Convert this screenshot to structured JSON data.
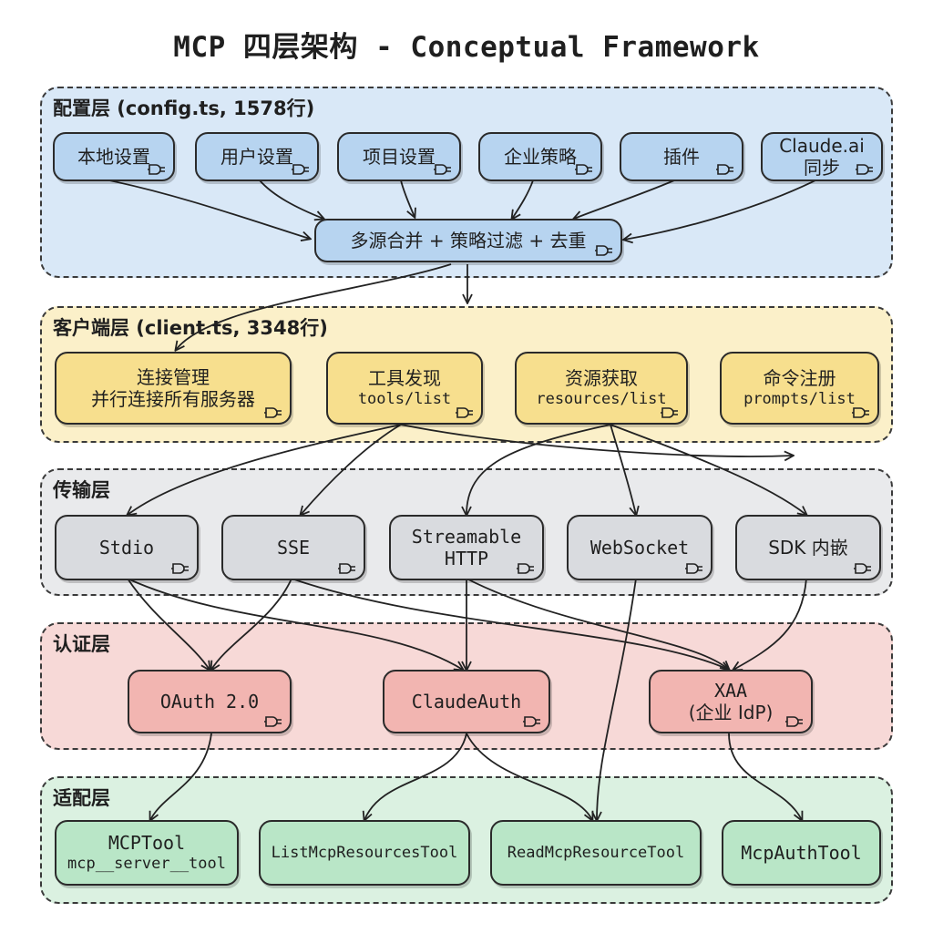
{
  "title": "MCP 四层架构 - Conceptual Framework",
  "layers": {
    "config": {
      "title": "配置层 (config.ts, 1578行)",
      "sources": [
        "本地设置",
        "用户设置",
        "项目设置",
        "企业策略",
        "插件",
        "Claude.ai 同步"
      ],
      "merge": "多源合并 + 策略过滤 + 去重"
    },
    "client": {
      "title": "客户端层 (client.ts, 3348行)",
      "nodes": [
        {
          "label": "连接管理",
          "sub": "并行连接所有服务器"
        },
        {
          "label": "工具发现",
          "sub": "tools/list"
        },
        {
          "label": "资源获取",
          "sub": "resources/list"
        },
        {
          "label": "命令注册",
          "sub": "prompts/list"
        }
      ]
    },
    "transport": {
      "title": "传输层",
      "nodes": [
        "Stdio",
        "SSE",
        "Streamable HTTP",
        "WebSocket",
        "SDK 内嵌"
      ]
    },
    "auth": {
      "title": "认证层",
      "nodes": [
        {
          "label": "OAuth 2.0",
          "sub": ""
        },
        {
          "label": "ClaudeAuth",
          "sub": ""
        },
        {
          "label": "XAA",
          "sub": "(企业 IdP)"
        }
      ]
    },
    "adapter": {
      "title": "适配层",
      "nodes": [
        {
          "label": "MCPTool",
          "sub": "mcp__server__tool"
        },
        {
          "label": "ListMcpResourcesTool",
          "sub": ""
        },
        {
          "label": "ReadMcpResourceTool",
          "sub": ""
        },
        {
          "label": "McpAuthTool",
          "sub": ""
        }
      ]
    }
  },
  "icons": {
    "node_corner": "plug-icon"
  }
}
